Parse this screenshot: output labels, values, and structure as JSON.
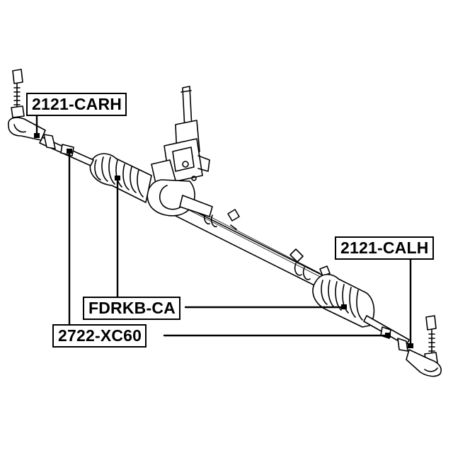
{
  "parts": {
    "tie_rod_end_right": "2121-CARH",
    "tie_rod_end_left": "2121-CALH",
    "steering_boot": "FDRKB-CA",
    "inner_tie_rod": "2722-XC60"
  },
  "colors": {
    "line": "#000000",
    "background": "#ffffff"
  }
}
